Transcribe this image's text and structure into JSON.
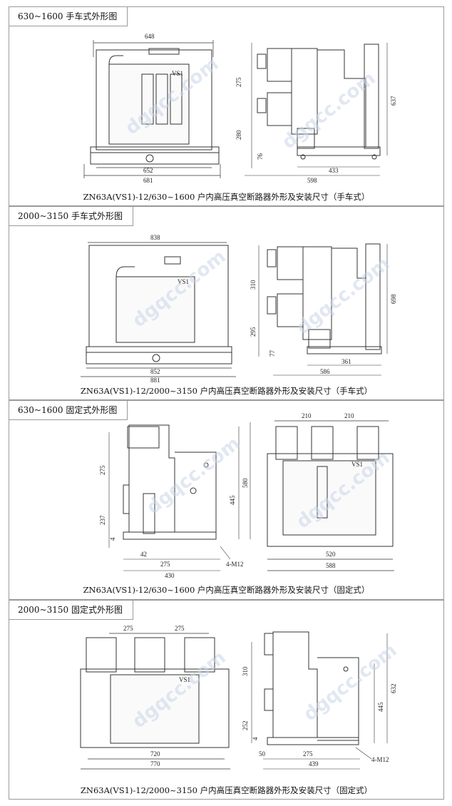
{
  "watermark": "dgqcc.com",
  "sections": [
    {
      "tab": "630~1600  手车式外形图",
      "caption": "ZN63A(VS1)-12/630~1600 户内高压真空断路器外形及安装尺寸（手车式）",
      "front": {
        "top_dim": "648",
        "bottom_dims": [
          "652",
          "681"
        ],
        "label": "VS1"
      },
      "side": {
        "dims_left": [
          "275",
          "280",
          "76"
        ],
        "dims_right": [
          "637"
        ],
        "dims_bottom": [
          "433",
          "598"
        ]
      }
    },
    {
      "tab": "2000~3150  手车式外形图",
      "caption": "ZN63A(VS1)-12/2000~3150 户内高压真空断路器外形及安装尺寸（手车式）",
      "front": {
        "top_dim": "838",
        "bottom_dims": [
          "852",
          "881"
        ],
        "label": "VS1"
      },
      "side": {
        "dims_left": [
          "310",
          "295",
          "77"
        ],
        "dims_right": [
          "698"
        ],
        "dims_bottom": [
          "361",
          "586"
        ]
      }
    },
    {
      "tab": "630~1600   固定式外形图",
      "caption": "ZN63A(VS1)-12/630~1600 户内高压真空断路器外形及安装尺寸（固定式）",
      "side": {
        "dims_left": [
          "275",
          "237",
          "4"
        ],
        "dims_right": [
          "445",
          "580"
        ],
        "dims_bottom": [
          "42",
          "275",
          "430"
        ],
        "bolt": "4-M12"
      },
      "front": {
        "top_dims": [
          "210",
          "210"
        ],
        "bottom_dims": [
          "520",
          "588"
        ],
        "label": "VS1"
      }
    },
    {
      "tab": "2000~3150   固定式外形图",
      "caption": "ZN63A(VS1)-12/2000~3150 户内高压真空断路器外形及安装尺寸（固定式）",
      "front": {
        "top_dims": [
          "275",
          "275"
        ],
        "bottom_dims": [
          "720",
          "770"
        ],
        "label": "VS1"
      },
      "side": {
        "dims_left": [
          "310",
          "252",
          "4"
        ],
        "dims_right": [
          "445",
          "632"
        ],
        "dims_bottom": [
          "50",
          "275",
          "439"
        ],
        "bolt": "4-M12"
      }
    }
  ]
}
